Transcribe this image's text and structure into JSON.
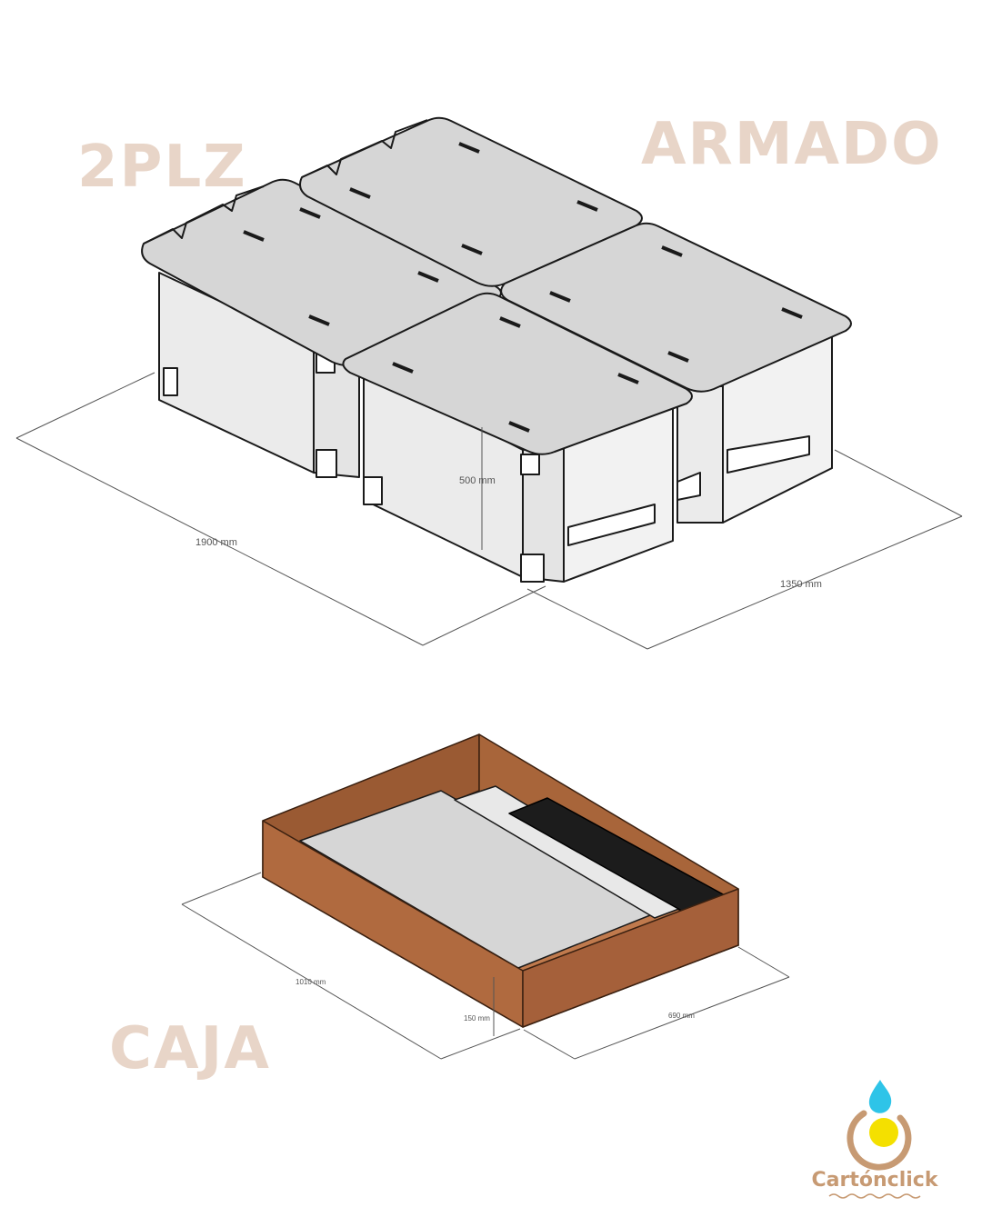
{
  "labels": {
    "model": "2PLZ",
    "assembled": "ARMADO",
    "box": "CAJA"
  },
  "dimensions": {
    "length": "1900 mm",
    "width": "1350 mm",
    "height": "500 mm",
    "box_length": "1010 mm",
    "box_width": "690 mm",
    "box_height": "150 mm"
  },
  "brand": {
    "name": "Cartónclick"
  },
  "colors": {
    "label": "#e8d5c8",
    "panel_top": "#d6d6d6",
    "panel_side": "#ebebeb",
    "outline": "#1a1a1a",
    "cardboard": "#b06a3f",
    "cardboard_dark": "#9a5a33",
    "brand_text": "#c79a73",
    "drop": "#2ec4e8",
    "sun": "#f4e000"
  }
}
